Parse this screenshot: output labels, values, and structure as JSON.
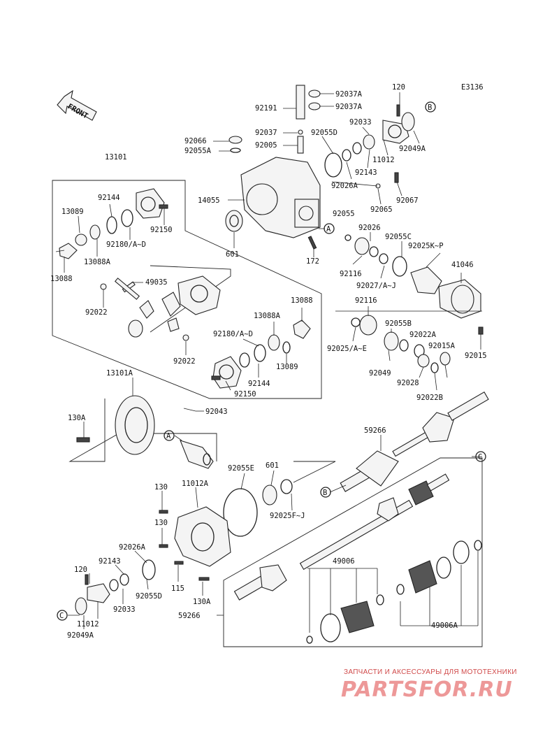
{
  "diagram": {
    "sheet_code": "E3136",
    "front_label": "FRONT",
    "parts": {
      "p92037A_1": "92037A",
      "p92037A_2": "92037A",
      "p120_top": "120",
      "p92191": "92191",
      "p92037": "92037",
      "p92055D_top": "92055D",
      "p92033_top": "92033",
      "p92066": "92066",
      "p92055A": "92055A",
      "p92005": "92005",
      "p11012_top": "11012",
      "p92049A_top": "92049A",
      "p13101": "13101",
      "p92143_top": "92143",
      "p92026A_top": "92026A",
      "p92067": "92067",
      "p92065": "92065",
      "p14055": "14055",
      "p92144_top": "92144",
      "p13089_top": "13089",
      "p92150_top": "92150",
      "p92055": "92055",
      "p92026": "92026",
      "p92180_top": "92180/A~D",
      "p601_top": "601",
      "p172": "172",
      "p92055C": "92055C",
      "p13088A_top": "13088A",
      "p92025KP": "92025K~P",
      "p13088_left": "13088",
      "p92116_top": "92116",
      "p41046": "41046",
      "p49035": "49035",
      "p92027AJ": "92027/A~J",
      "p92022_left": "92022",
      "p13088_right": "13088",
      "p92116_mid": "92116",
      "p13088A_mid": "13088A",
      "p92055B": "92055B",
      "p92180_mid": "92180/A~D",
      "p92025AE": "92025/A~E",
      "p92022A": "92022A",
      "p92015A": "92015A",
      "p92015": "92015",
      "p92022_mid": "92022",
      "p13089_mid": "13089",
      "p92049": "92049",
      "p92028": "92028",
      "p92144_mid": "92144",
      "p92022B": "92022B",
      "p13101A": "13101A",
      "p92150_mid": "92150",
      "p92043": "92043",
      "p130A_top": "130A",
      "p59266_top": "59266",
      "p92055E": "92055E",
      "p601_bottom": "601",
      "p130_1": "130",
      "p11012A": "11012A",
      "p92025FJ": "92025F~J",
      "p130_2": "130",
      "p92026A_bottom": "92026A",
      "p92143_bottom": "92143",
      "p120_bottom": "120",
      "p49006": "49006",
      "p115": "115",
      "p92055D_bottom": "92055D",
      "p92033_bottom": "92033",
      "p130A_bottom": "130A",
      "p11012_bottom": "11012",
      "p59266_bottom": "59266",
      "p92049A_bottom": "92049A",
      "p49006A": "49006A"
    },
    "callouts": {
      "a1": "A",
      "a2": "A",
      "b1": "B",
      "b2": "B",
      "c1": "C",
      "c2": "C"
    }
  },
  "watermark": {
    "caption": "ЗАПЧАСТИ И АКСЕССУАРЫ ДЛЯ МОТОТЕХНИКИ",
    "logo": "PARTSFOR.RU",
    "color": "#e04545"
  }
}
